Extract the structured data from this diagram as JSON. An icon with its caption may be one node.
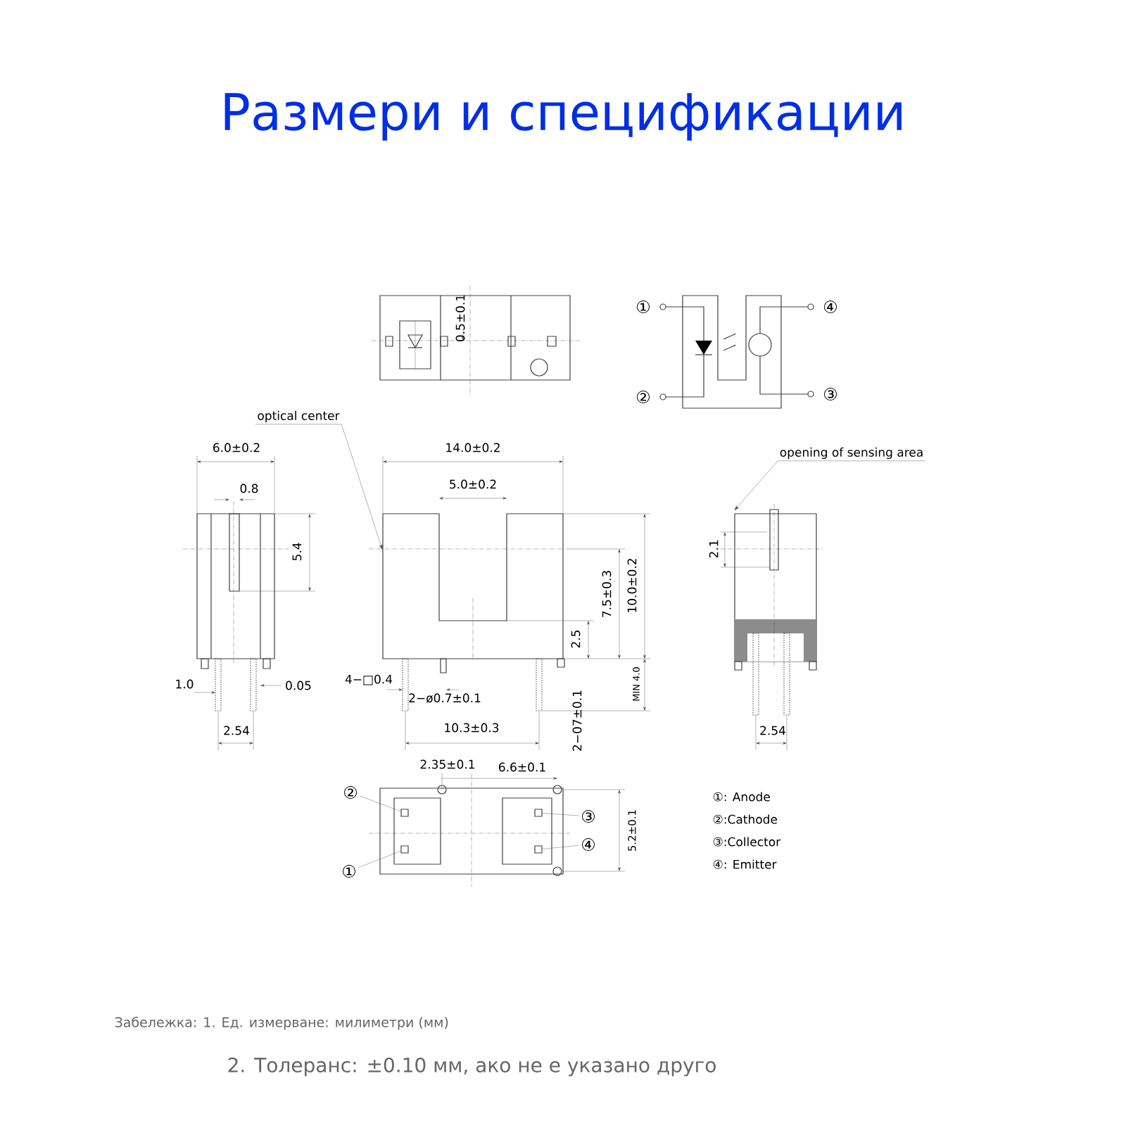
{
  "diagram": {
    "title": "Размери и спецификации",
    "nodes": [
      {
        "text": [
          "optical center"
        ]
      },
      {
        "text": [
          "opening of sensing area"
        ]
      },
      {
        "text": [
          "②"
        ]
      },
      {
        "text": [
          "①"
        ]
      },
      {
        "text": [
          "③"
        ]
      },
      {
        "text": [
          "④"
        ]
      },
      {
        "text": [],
        "shape": "picture"
      },
      {
        "text": [],
        "shape": "picture"
      },
      {
        "text": [],
        "shape": "box"
      },
      {
        "text": [],
        "shape": "box"
      },
      {
        "text": [],
        "shape": "box"
      },
      {
        "text": [],
        "shape": "box"
      }
    ],
    "edges": [
      {
        "from": 0,
        "to": 6,
        "arrow": "to"
      },
      {
        "from": 1,
        "to": 7,
        "arrow": "to"
      },
      {
        "from": 2,
        "to": 8,
        "arrow": "none"
      },
      {
        "from": 3,
        "to": 9,
        "arrow": "none"
      },
      {
        "from": 4,
        "to": 10,
        "arrow": "none"
      },
      {
        "from": 5,
        "to": 11,
        "arrow": "none"
      }
    ],
    "labels": [
      "0.5±0.1",
      "①",
      "④",
      "②",
      "③",
      "6.0±0.2",
      "14.0±0.2",
      "0.8",
      "5.0±0.2",
      "5.4",
      "7.5±0.3",
      "10.0±0.2",
      "2.1",
      "2.5",
      "1.0",
      "0.05",
      "4−□0.4",
      "MIN 4.0",
      "2−ø0.7±0.1",
      "2.54",
      "10.3±0.3",
      "2−07±0.1",
      "2.54",
      "2.35±0.1",
      "6.6±0.1",
      "5.2±0.1",
      "①: Anode",
      "②:Cathode",
      "③:Collector",
      "④: Emitter",
      "Забележка: 1. Ед. измерване: милиметри (мм)",
      "2. Толеранс: ±0.10 мм, ако не е указано друго"
    ]
  }
}
